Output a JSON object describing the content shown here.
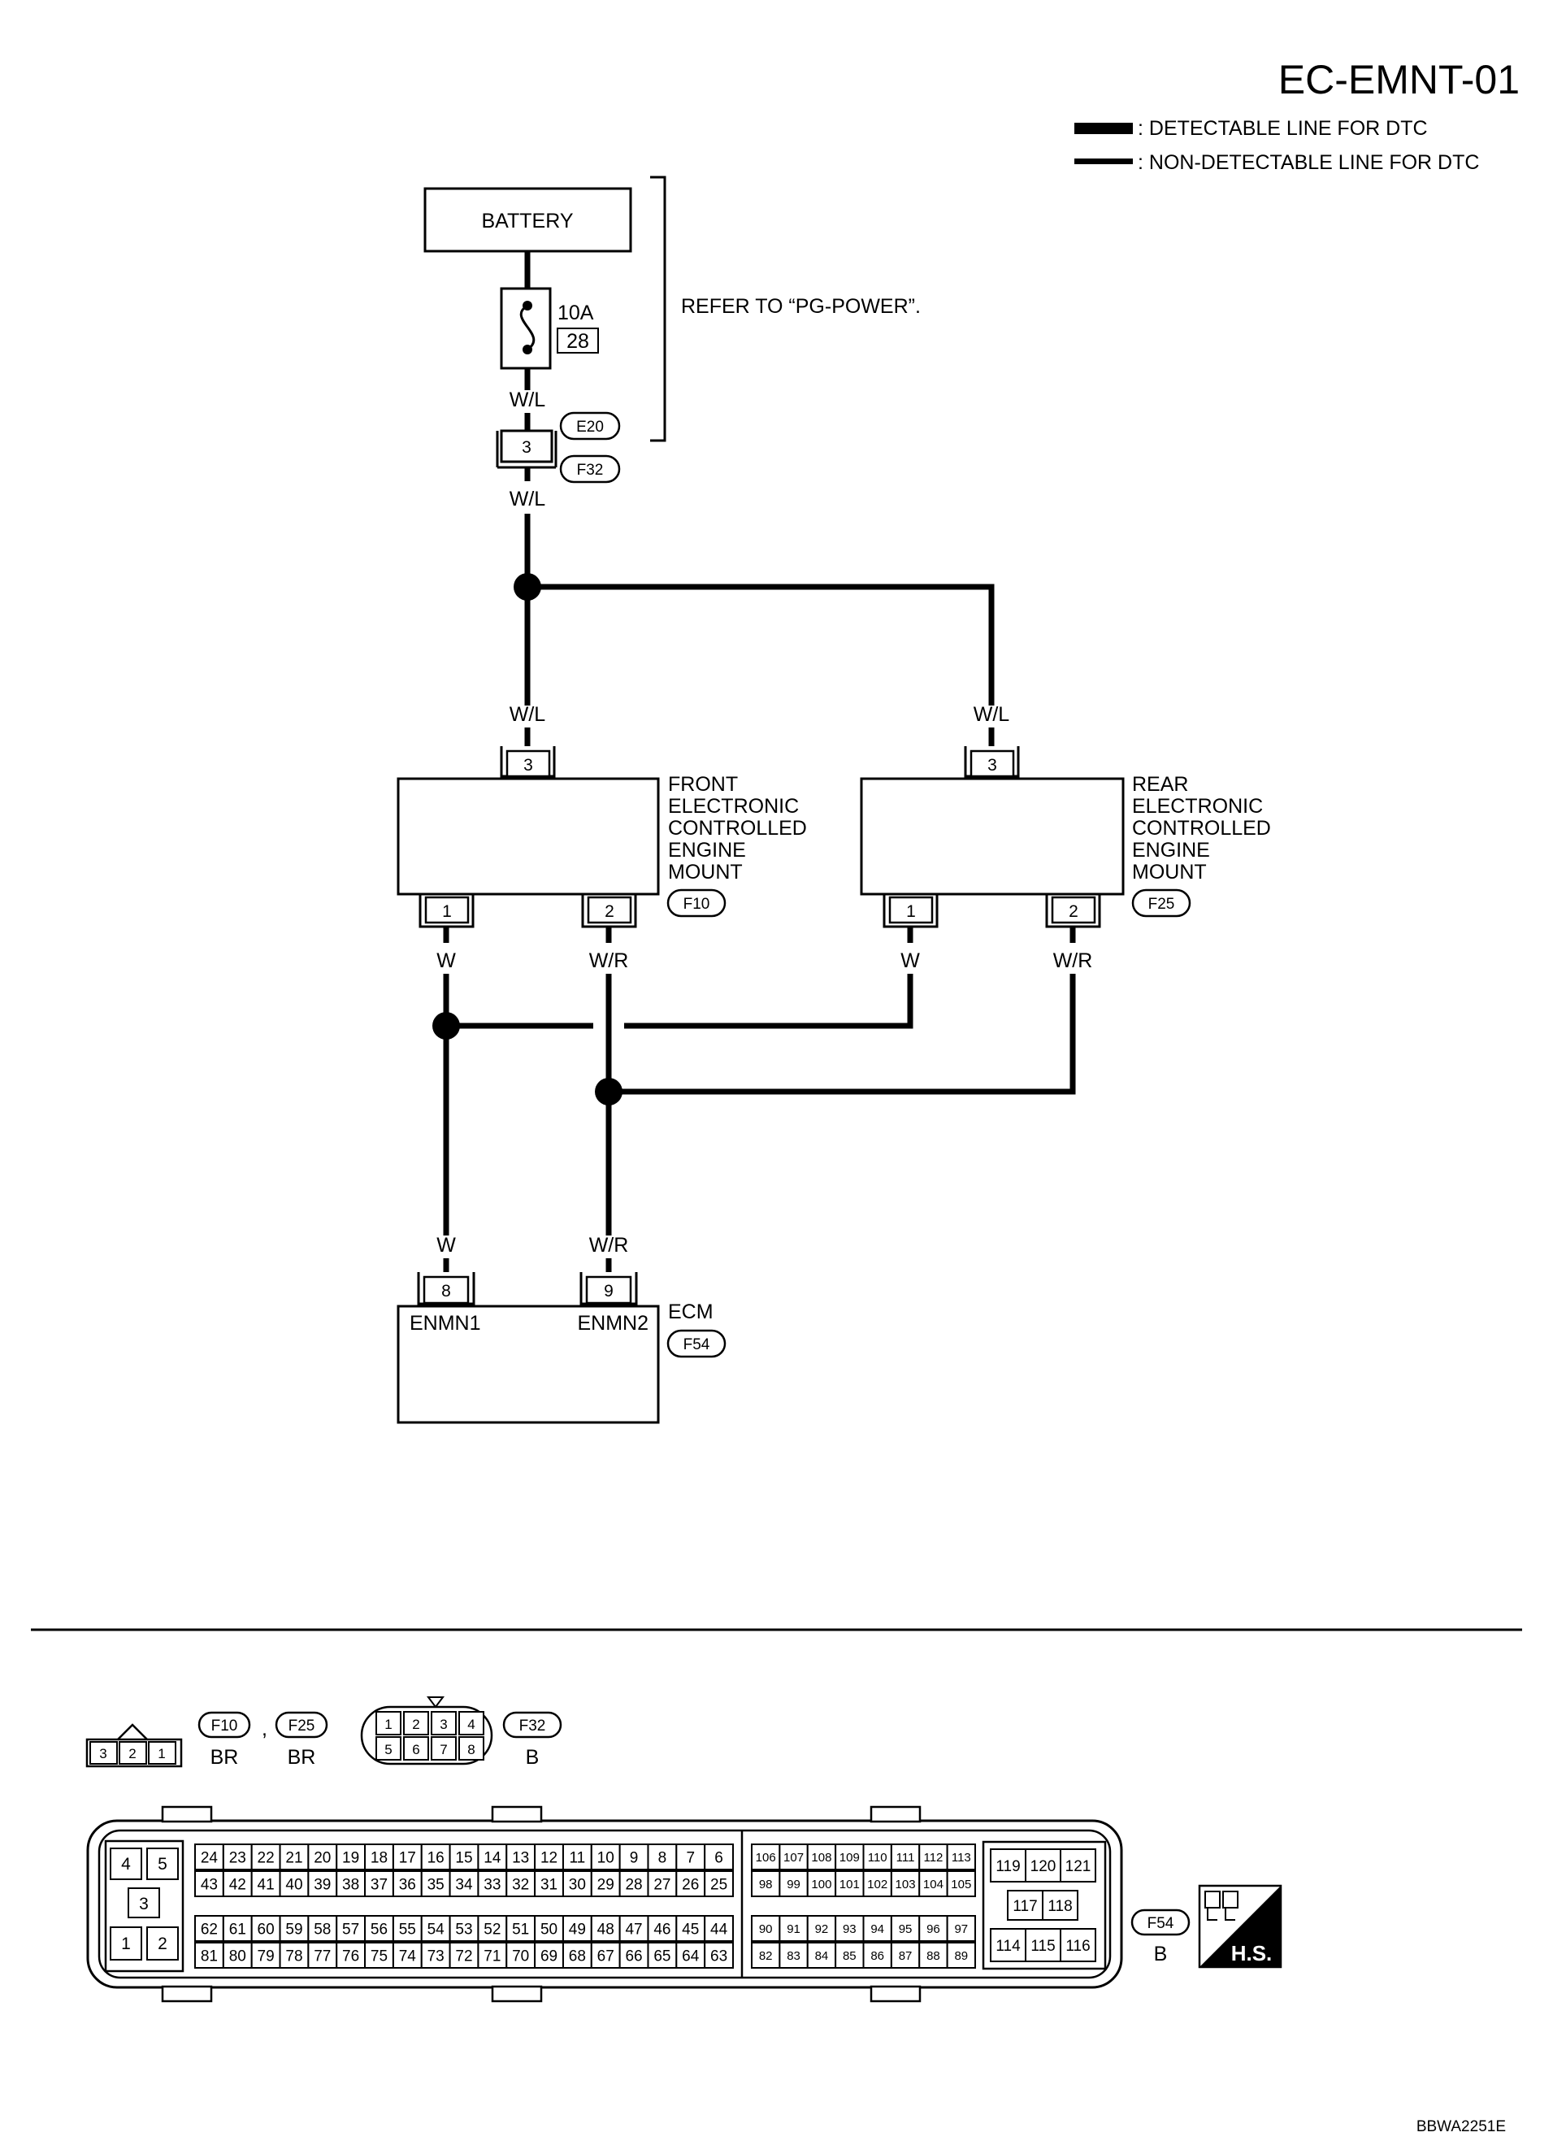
{
  "page": {
    "title": "EC-EMNT-01",
    "figure_id": "BBWA2251E"
  },
  "legend": {
    "detectable": ": DETECTABLE LINE FOR DTC",
    "non_detectable": ": NON-DETECTABLE LINE FOR DTC"
  },
  "battery": {
    "label": "BATTERY"
  },
  "fuse": {
    "rating": "10A",
    "number": "28"
  },
  "refer_note": "REFER TO “PG-POWER”.",
  "connectors": {
    "e20": "E20",
    "f32": "F32",
    "f10": "F10",
    "f25": "F25",
    "f54": "F54",
    "joint_pin": "3"
  },
  "wires": {
    "wl_1": "W/L",
    "wl_2": "W/L",
    "wl_front": "W/L",
    "wl_rear": "W/L",
    "w_front": "W",
    "wr_front": "W/R",
    "w_rear": "W",
    "wr_rear": "W/R",
    "w_ecm": "W",
    "wr_ecm": "W/R"
  },
  "front_mount": {
    "label_lines": [
      "FRONT",
      "ELECTRONIC",
      "CONTROLLED",
      "ENGINE",
      "MOUNT"
    ],
    "pin_top": "3",
    "pin_1": "1",
    "pin_2": "2"
  },
  "rear_mount": {
    "label_lines": [
      "REAR",
      "ELECTRONIC",
      "CONTROLLED",
      "ENGINE",
      "MOUNT"
    ],
    "pin_top": "3",
    "pin_1": "1",
    "pin_2": "2"
  },
  "ecm": {
    "label": "ECM",
    "pin_8": "8",
    "pin_9": "9",
    "terminal_1": "ENMN1",
    "terminal_2": "ENMN2"
  },
  "connector_views": {
    "three_pin": [
      "3",
      "2",
      "1"
    ],
    "f10_color": "BR",
    "comma": ",",
    "f25_color": "BR",
    "f32_top": [
      "1",
      "2",
      "3",
      "4"
    ],
    "f32_bottom": [
      "5",
      "6",
      "7",
      "8"
    ],
    "f32_color": "B",
    "f54_color": "B",
    "hs_label": "H.S."
  },
  "ecm_connector": {
    "left_block": {
      "top": [
        "4",
        "5"
      ],
      "mid": "3",
      "bottom": [
        "1",
        "2"
      ]
    },
    "block_a_rows": [
      [
        "24",
        "23",
        "22",
        "21",
        "20",
        "19",
        "18",
        "17",
        "16",
        "15",
        "14",
        "13",
        "12",
        "11",
        "10",
        "9",
        "8",
        "7",
        "6"
      ],
      [
        "43",
        "42",
        "41",
        "40",
        "39",
        "38",
        "37",
        "36",
        "35",
        "34",
        "33",
        "32",
        "31",
        "30",
        "29",
        "28",
        "27",
        "26",
        "25"
      ],
      [
        "62",
        "61",
        "60",
        "59",
        "58",
        "57",
        "56",
        "55",
        "54",
        "53",
        "52",
        "51",
        "50",
        "49",
        "48",
        "47",
        "46",
        "45",
        "44"
      ],
      [
        "81",
        "80",
        "79",
        "78",
        "77",
        "76",
        "75",
        "74",
        "73",
        "72",
        "71",
        "70",
        "69",
        "68",
        "67",
        "66",
        "65",
        "64",
        "63"
      ]
    ],
    "block_b_rows": [
      [
        "106",
        "107",
        "108",
        "109",
        "110",
        "111",
        "112",
        "113"
      ],
      [
        "98",
        "99",
        "100",
        "101",
        "102",
        "103",
        "104",
        "105"
      ],
      [
        "90",
        "91",
        "92",
        "93",
        "94",
        "95",
        "96",
        "97"
      ],
      [
        "82",
        "83",
        "84",
        "85",
        "86",
        "87",
        "88",
        "89"
      ]
    ],
    "block_c_rows": [
      [
        "119",
        "120",
        "121"
      ],
      [
        "117",
        "118"
      ],
      [
        "114",
        "115",
        "116"
      ]
    ]
  }
}
